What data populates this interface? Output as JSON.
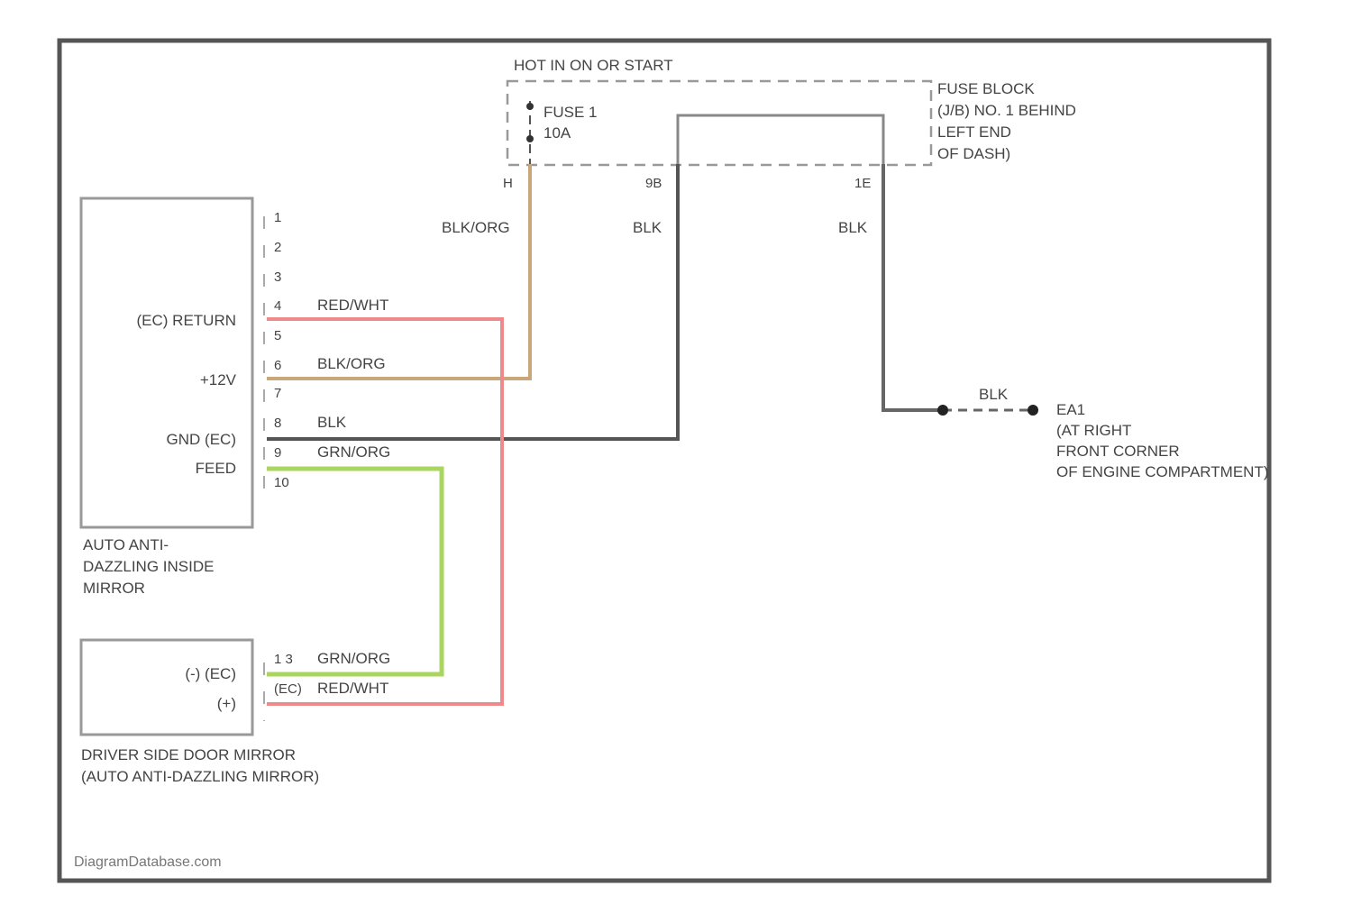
{
  "header": {
    "hot_label": "HOT IN ON OR START"
  },
  "fuse": {
    "name": "FUSE 1",
    "rating": "10A",
    "block_lines": [
      "FUSE BLOCK",
      "(J/B) NO. 1 BEHIND",
      "LEFT END",
      "OF DASH)"
    ],
    "pins": [
      "H",
      "9B",
      "1E"
    ]
  },
  "wires": {
    "blk_org_top": "BLK/ORG",
    "blk_mid_top": "BLK",
    "blk_right_top": "BLK",
    "red_wht": "RED/WHT",
    "blk_org": "BLK/ORG",
    "blk": "BLK",
    "grn_org": "GRN/ORG",
    "ground_blk": "BLK",
    "door_grn_org": "GRN/ORG",
    "door_red_wht": "RED/WHT"
  },
  "inside_mirror": {
    "pins": [
      "1",
      "2",
      "3",
      "4",
      "5",
      "6",
      "7",
      "8",
      "9",
      "10"
    ],
    "labels": {
      "ec_return": "(EC) RETURN",
      "plus12v": "+12V",
      "gnd_ec": "GND (EC)",
      "feed": "FEED"
    },
    "caption": [
      "AUTO ANTI-",
      "DAZZLING INSIDE",
      "MIRROR"
    ]
  },
  "door_mirror": {
    "pins": [
      "1 3",
      "(EC)"
    ],
    "labels": [
      "(-) (EC)",
      "(+)"
    ],
    "caption": [
      "DRIVER SIDE DOOR MIRROR",
      "(AUTO ANTI-DAZZLING MIRROR)"
    ]
  },
  "ground": {
    "id": "EA1",
    "lines": [
      "(AT RIGHT",
      "FRONT CORNER",
      "OF ENGINE COMPARTMENT)"
    ]
  },
  "watermark": "DiagramDatabase.com",
  "colors": {
    "frame": "#555555",
    "wire_red": "#ee8a8a",
    "wire_green": "#a9d65f",
    "wire_orange": "#c9a77a",
    "wire_black": "#555555",
    "wire_gray": "#888888"
  }
}
